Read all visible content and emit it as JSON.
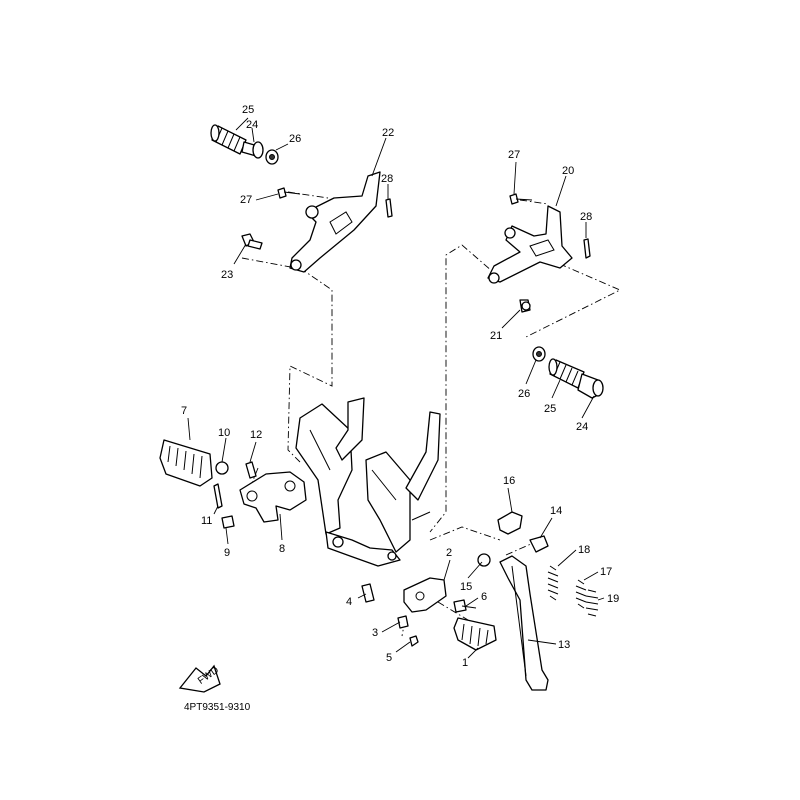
{
  "diagram": {
    "catalog_code": "4PT9351-9310",
    "fwd_label": "FWD",
    "callouts": {
      "c1": "1",
      "c2": "2",
      "c3": "3",
      "c4": "4",
      "c5": "5",
      "c6": "6",
      "c7": "7",
      "c8": "8",
      "c9": "9",
      "c10": "10",
      "c11": "11",
      "c12": "12",
      "c13": "13",
      "c14": "14",
      "c15": "15",
      "c16": "16",
      "c17": "17",
      "c18": "18",
      "c19": "19",
      "c20": "20",
      "c21": "21",
      "c22": "22",
      "c23": "23",
      "c24a": "24",
      "c24b": "24",
      "c25a": "25",
      "c25b": "25",
      "c26a": "26",
      "c26b": "26",
      "c27a": "27",
      "c27b": "27",
      "c28a": "28",
      "c28b": "28"
    }
  }
}
